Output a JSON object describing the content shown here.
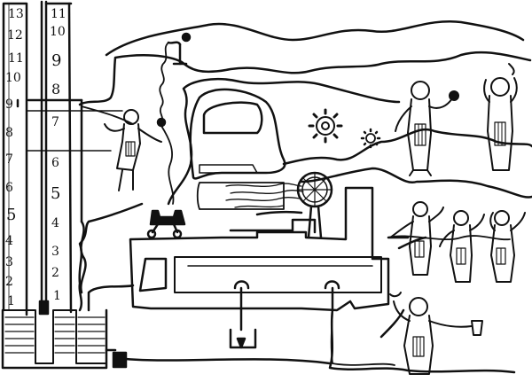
{
  "colors": {
    "ink": "#111111",
    "paper": "#ffffff"
  },
  "scale_left": {
    "labels": [
      "13",
      "12",
      "11",
      "10",
      "9",
      "8",
      "7",
      "6",
      "5",
      "4",
      "3",
      "2",
      "1"
    ]
  },
  "scale_right": {
    "labels": [
      "11",
      "10",
      "9",
      "8",
      "7",
      "6",
      "5",
      "4",
      "3",
      "2",
      "1"
    ]
  },
  "icons": [
    "gear-icon",
    "wheel-icon",
    "bell-icon",
    "anvil-icon",
    "lamp-icon"
  ]
}
